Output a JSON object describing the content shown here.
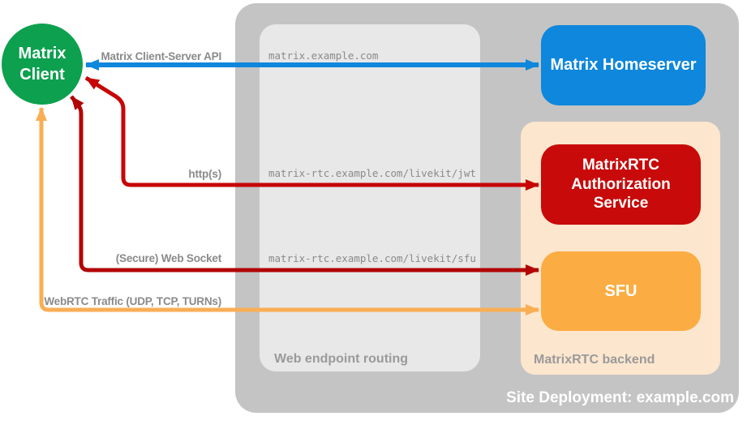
{
  "diagram": {
    "background": "#FFFFFF"
  },
  "client": {
    "label": "Matrix Client",
    "fill": "#0CA04F"
  },
  "containers": {
    "site": {
      "label": "Site Deployment: example.com",
      "fill": "#C4C4C4",
      "label_color": "#FFFFFF"
    },
    "routing": {
      "label": "Web endpoint routing",
      "fill": "#E8E8E8",
      "label_color": "#9A9A9A"
    },
    "backend": {
      "label": "MatrixRTC backend",
      "fill": "#FCE6CE",
      "label_color": "#9A9A9A"
    }
  },
  "nodes": {
    "homeserver": {
      "label": "Matrix Homeserver",
      "fill": "#0E87DC"
    },
    "auth": {
      "label": "MatrixRTC Authorization Service",
      "fill": "#C80A0A"
    },
    "sfu": {
      "label": "SFU",
      "fill": "#FBAC42"
    }
  },
  "routes": [
    "matrix.example.com",
    "matrix-rtc.example.com/livekit/jwt",
    "matrix-rtc.example.com/livekit/sfu"
  ],
  "connections": [
    {
      "label": "Matrix Client-Server API",
      "color": "#0E87DC",
      "from": "Matrix Client",
      "to": "Matrix Homeserver",
      "double_headed": true
    },
    {
      "label": "http(s)",
      "color": "#C60606",
      "from": "Matrix Client",
      "to": "MatrixRTC Authorization Service",
      "double_headed": true
    },
    {
      "label": "(Secure) Web Socket",
      "color": "#B20505",
      "from": "Matrix Client",
      "to": "SFU",
      "double_headed": true
    },
    {
      "label": "WebRTC Traffic (UDP, TCP, TURNs)",
      "color": "#F9AE54",
      "from": "Matrix Client",
      "to": "SFU",
      "double_headed": true
    }
  ]
}
